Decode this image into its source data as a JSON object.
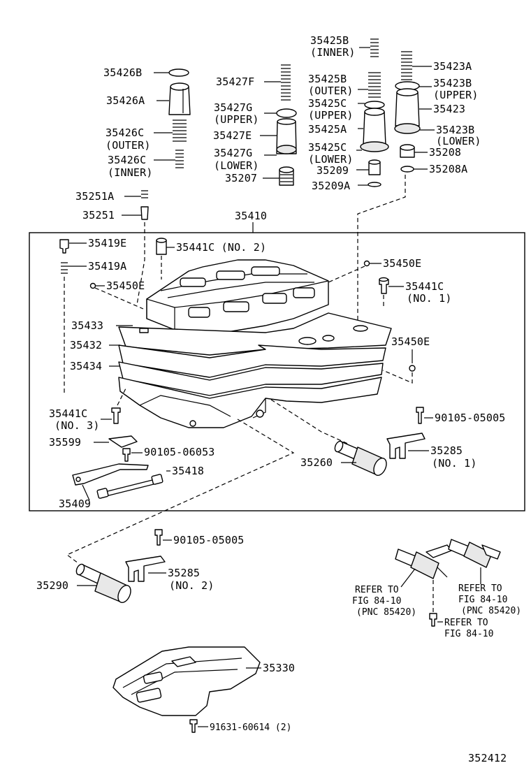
{
  "diagram_id": "352412",
  "labels": {
    "p35426B": "35426B",
    "p35426A": "35426A",
    "p35426C_o": "35426C",
    "p35426C_o_sub": "(OUTER)",
    "p35426C_i": "35426C",
    "p35426C_i_sub": "(INNER)",
    "p35427F": "35427F",
    "p35427G_u": "35427G",
    "p35427G_u_sub": "(UPPER)",
    "p35427E": "35427E",
    "p35427G_l": "35427G",
    "p35427G_l_sub": "(LOWER)",
    "p35207": "35207",
    "p35425B_i": "35425B",
    "p35425B_i_sub": "(INNER)",
    "p35425B_o": "35425B",
    "p35425B_o_sub": "(OUTER)",
    "p35425C_u": "35425C",
    "p35425C_u_sub": "(UPPER)",
    "p35425A": "35425A",
    "p35425C_l": "35425C",
    "p35425C_l_sub": "(LOWER)",
    "p35209": "35209",
    "p35209A": "35209A",
    "p35423A": "35423A",
    "p35423B_u": "35423B",
    "p35423B_u_sub": "(UPPER)",
    "p35423": "35423",
    "p35423B_l": "35423B",
    "p35423B_l_sub": "(LOWER)",
    "p35208": "35208",
    "p35208A": "35208A",
    "p35251A": "35251A",
    "p35251": "35251",
    "p35410": "35410",
    "p35419E": "35419E",
    "p35441C_2": "35441C (NO. 2)",
    "p35419A": "35419A",
    "p35450E_a": "35450E",
    "p35450E_b": "35450E",
    "p35441C_1": "35441C",
    "p35441C_1_sub": "(NO. 1)",
    "p35433": "35433",
    "p35432": "35432",
    "p35434": "35434",
    "p35450E_c": "35450E",
    "p35441C_3": "35441C",
    "p35441C_3_sub": "(NO. 3)",
    "p90105_05005_a": "90105-05005",
    "p35599": "35599",
    "p90105_06053": "90105-06053",
    "p35285_1": "35285",
    "p35285_1_sub": "(NO. 1)",
    "p35418": "35418",
    "p35260": "35260",
    "p35409": "35409",
    "p90105_05005_b": "90105-05005",
    "p35285_2": "35285",
    "p35285_2_sub": "(NO. 2)",
    "p35290": "35290",
    "ref1_l1": "REFER TO",
    "ref1_l2": "FIG 84-10",
    "ref1_l3": "(PNC 85420)",
    "ref2_l1": "REFER TO",
    "ref2_l2": "FIG 84-10",
    "ref2_l3": "(PNC 85420)",
    "ref3_l1": "REFER TO",
    "ref3_l2": "FIG 84-10",
    "p35330": "35330",
    "p91631": "91631-60614 (2)"
  }
}
